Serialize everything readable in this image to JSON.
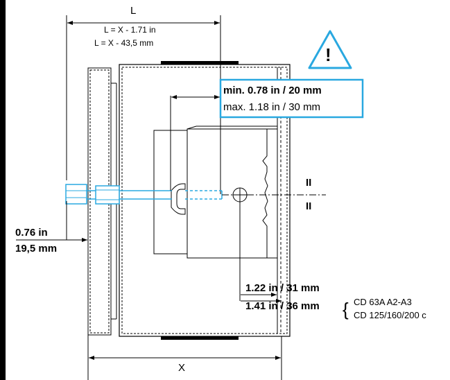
{
  "dimension_L": {
    "letter": "L",
    "formula_in": "L = X - 1.71 in",
    "formula_mm": "L = X - 43,5 mm"
  },
  "warning": {
    "symbol": "!",
    "color": "#29a8e0"
  },
  "shaft_depth_box": {
    "min_text": "min. 0.78 in / 20 mm",
    "max_text": "max. 1.18 in / 30 mm",
    "border_color": "#29a8e0"
  },
  "flange_offset": {
    "inch": "0.76 in",
    "mm": "19,5 mm"
  },
  "handle_axis": {
    "off_symbol": "II",
    "on_symbol": "II"
  },
  "axis_offsets": {
    "first": "1.22 in / 31 mm",
    "second": "1.41 in / 36 mm",
    "brace": "{",
    "models_first": "CD 63A A2-A3",
    "models_second": "CD 125/160/200 c"
  },
  "dimension_X": {
    "letter": "X"
  },
  "colors": {
    "line": "#000000",
    "accent": "#29a8e0"
  }
}
